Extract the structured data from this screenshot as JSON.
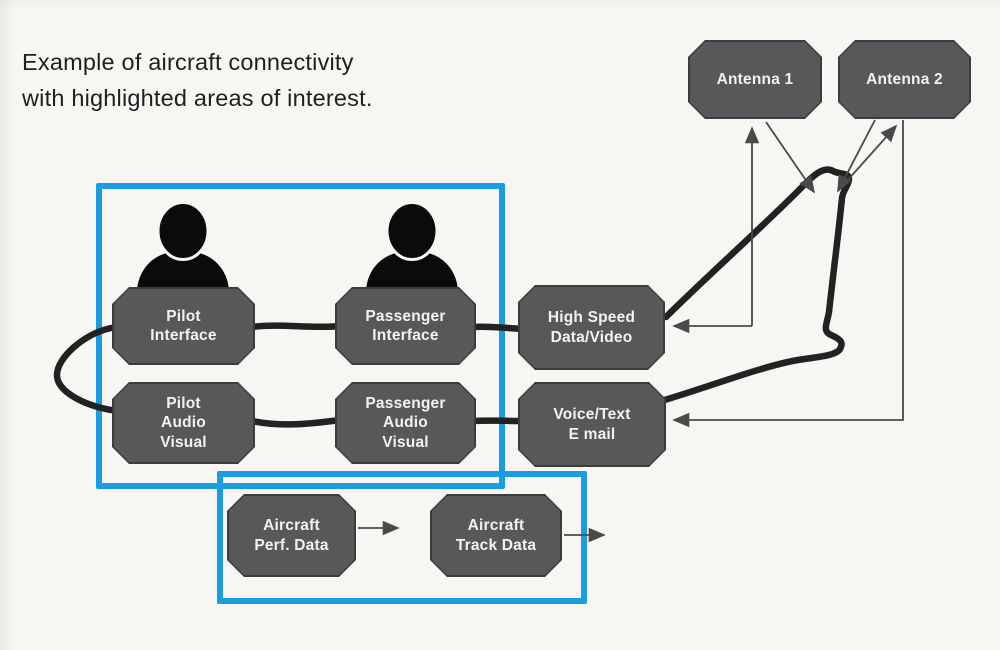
{
  "title": {
    "line1": "Example of aircraft connectivity",
    "line2": "with highlighted areas of interest."
  },
  "colors": {
    "background": "#f7f6f3",
    "box_fill": "#57585a",
    "box_border": "#3b3c3e",
    "box_text": "#f2f2f2",
    "highlight_blue": "#1a9ce1",
    "outline_black": "#222222",
    "arrow_gray": "#4a4a4a",
    "title_color": "#1f1f1f"
  },
  "nodes": {
    "antenna1": {
      "lines": [
        "Antenna 1"
      ]
    },
    "antenna2": {
      "lines": [
        "Antenna 2"
      ]
    },
    "pilot_interface": {
      "lines": [
        "Pilot",
        "Interface"
      ]
    },
    "passenger_interface": {
      "lines": [
        "Passenger",
        "Interface"
      ]
    },
    "high_speed": {
      "lines": [
        "High Speed",
        "Data/Video"
      ]
    },
    "pilot_audio_visual": {
      "lines": [
        "Pilot",
        "Audio",
        "Visual"
      ]
    },
    "passenger_audio_visual": {
      "lines": [
        "Passenger",
        "Audio",
        "Visual"
      ]
    },
    "voice_text": {
      "lines": [
        "Voice/Text",
        "E mail"
      ]
    },
    "aircraft_perf_data": {
      "lines": [
        "Aircraft",
        "Perf. Data"
      ]
    },
    "aircraft_track_data": {
      "lines": [
        "Aircraft",
        "Track Data"
      ]
    }
  }
}
